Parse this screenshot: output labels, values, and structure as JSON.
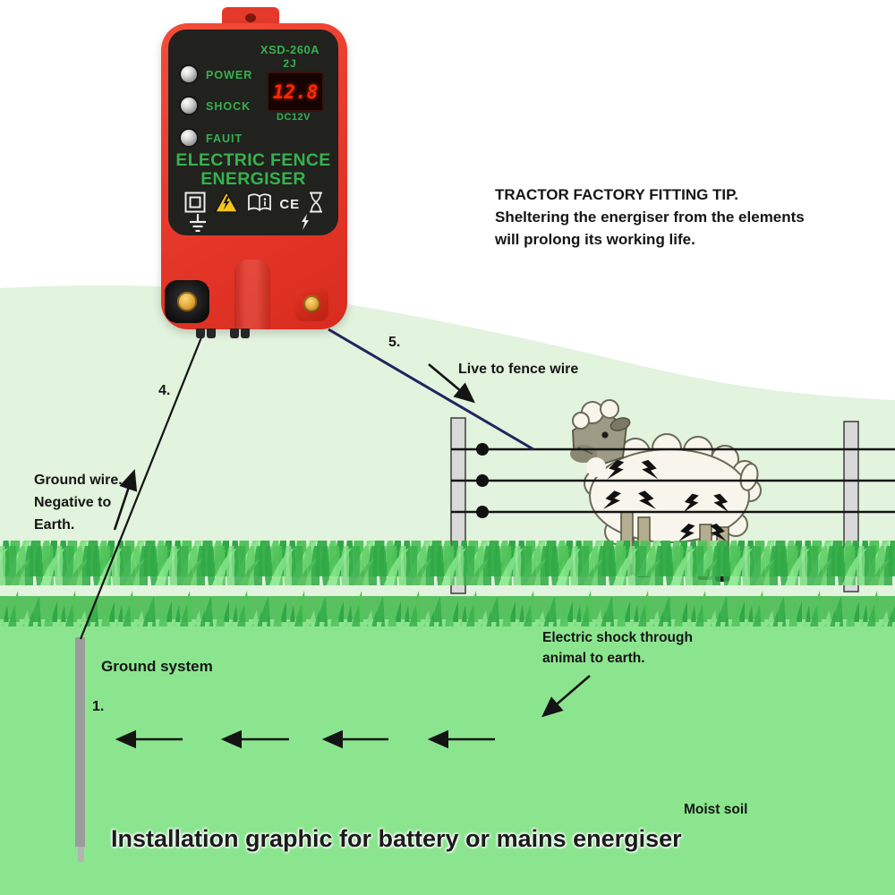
{
  "device": {
    "model": "XSD-260A",
    "energy_rating": "2J",
    "indicators": [
      {
        "label": "POWER"
      },
      {
        "label": "SHOCK"
      },
      {
        "label": "FAUIT"
      }
    ],
    "display_value": "12.8",
    "power_label": "DC12V",
    "title_line1": "ELECTRIC FENCE",
    "title_line2": "ENERGISER",
    "ce_mark": "CE",
    "icon_names": [
      "double-insulation-icon",
      "high-voltage-warning-icon",
      "read-manual-icon",
      "ce-mark",
      "hourglass-icon",
      "earth-ground-icon",
      "pulse-lightning-icon"
    ],
    "colors": {
      "body_red": "#e93a2c",
      "panel_black": "#21211e",
      "label_green": "#35b24e",
      "digit_red": "#ff2b00"
    }
  },
  "annotations": {
    "tip_title": "TRACTOR FACTORY FITTING TIP.",
    "tip_line1": "Sheltering the energiser from the elements",
    "tip_line2": "will prolong its working life.",
    "step_5": "5.",
    "live_wire": "Live to fence wire",
    "step_4": "4.",
    "ground_wire_line1": "Ground wire.",
    "ground_wire_line2": "Negative to",
    "ground_wire_line3": "Earth.",
    "ground_system": "Ground system",
    "step_1": "1.",
    "shock_line1": "Electric shock through",
    "shock_line2": "animal to earth.",
    "moist_soil": "Moist soil",
    "caption": "Installation graphic for battery or mains energiser"
  },
  "scene_colors": {
    "hill_green": "#e2f3de",
    "soil_green": "#8be58f",
    "grass_base": "#5ac161",
    "wire_navy": "#23235f",
    "line_black": "#141414"
  }
}
